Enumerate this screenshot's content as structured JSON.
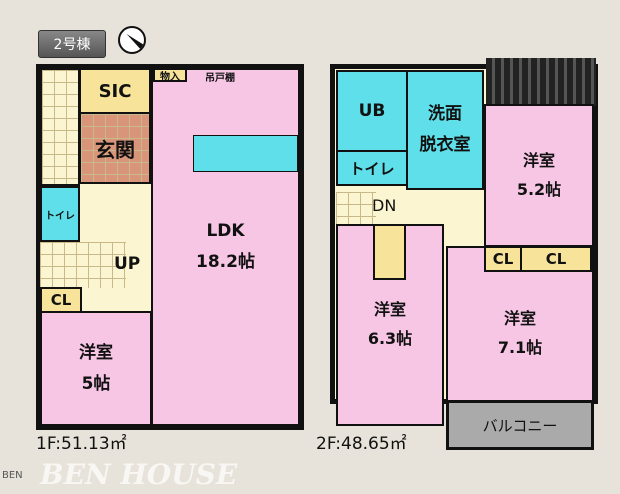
{
  "building_label": "2号棟",
  "compass_icon": "north-arrow-icon",
  "floor1": {
    "area": "1F:51.13㎡",
    "rooms": {
      "sic": "SIC",
      "genkan": "玄関",
      "toilet": "トイレ",
      "up": "UP",
      "cl": "CL",
      "yoshitsu": "洋室",
      "yoshitsu_size": "5帖",
      "monoire": "物入",
      "tsuridana": "吊戸棚",
      "ldk": "LDK",
      "ldk_size": "18.2帖"
    }
  },
  "floor2": {
    "area": "2F:48.65㎡",
    "rooms": {
      "ub": "UB",
      "senmen": "洗面",
      "datsui": "脱衣室",
      "toilet": "トイレ",
      "dn": "DN",
      "room1": "洋室",
      "room1_size": "5.2帖",
      "cl1": "CL",
      "cl2": "CL",
      "room2": "洋室",
      "room2_size": "6.3帖",
      "room3": "洋室",
      "room3_size": "7.1帖",
      "balcony": "バルコニー"
    }
  },
  "watermark": "BEN HOUSE",
  "logo": "BEN",
  "colors": {
    "room": "#f6c6e4",
    "wet": "#5fdfe9",
    "storage": "#f7e39a",
    "hall": "#fbf5d2",
    "entrance": "#d8957a",
    "balcony": "#aaaaaa"
  }
}
